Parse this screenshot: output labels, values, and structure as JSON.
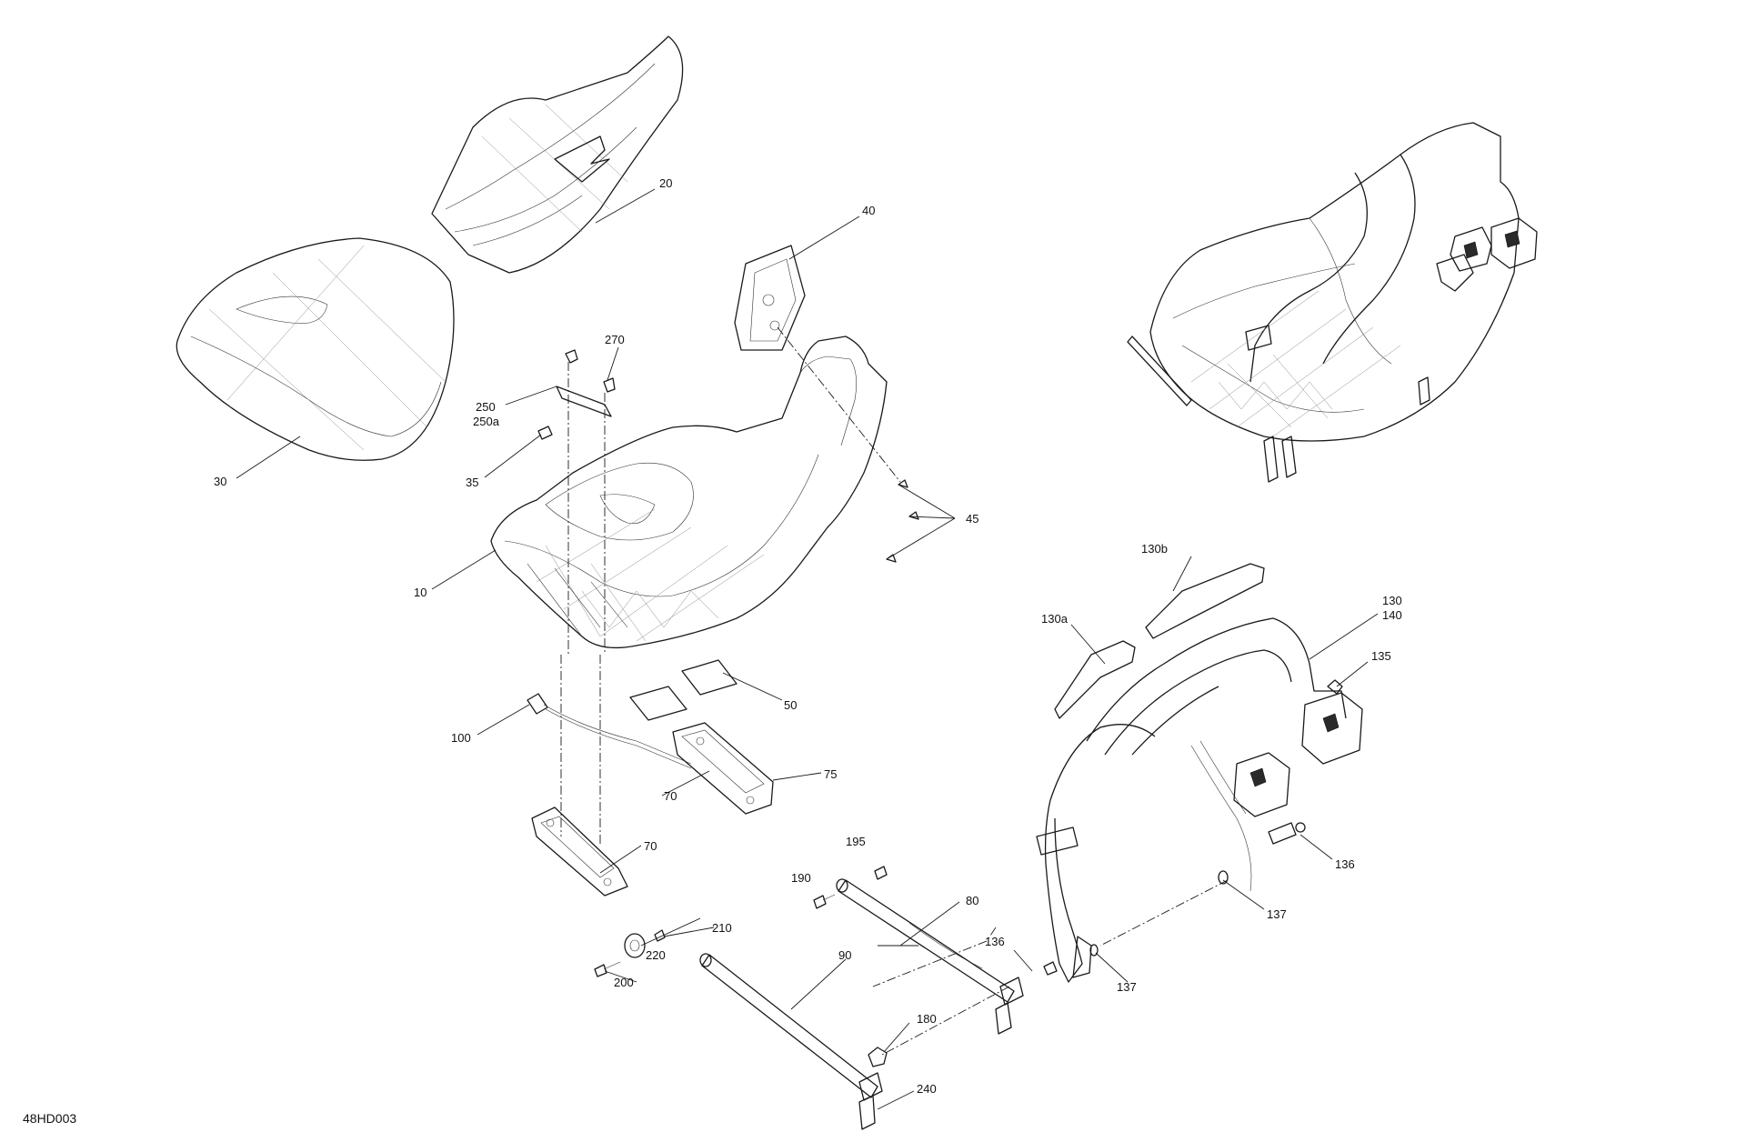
{
  "diagram": {
    "reference_code": "48HD003",
    "callouts": {
      "c10": "10",
      "c20": "20",
      "c30": "30",
      "c35": "35",
      "c40": "40",
      "c45": "45",
      "c50": "50",
      "c70a": "70",
      "c70b": "70",
      "c75": "75",
      "c80": "80",
      "c90": "90",
      "c100": "100",
      "c130": "130",
      "c140": "140",
      "c130a": "130a",
      "c130b": "130b",
      "c135": "135",
      "c136a": "136",
      "c136b": "136",
      "c137a": "137",
      "c137b": "137",
      "c180": "180",
      "c190": "190",
      "c195": "195",
      "c200": "200",
      "c210": "210",
      "c220": "220",
      "c240": "240",
      "c250": "250",
      "c250a": "250a",
      "c270": "270"
    }
  }
}
